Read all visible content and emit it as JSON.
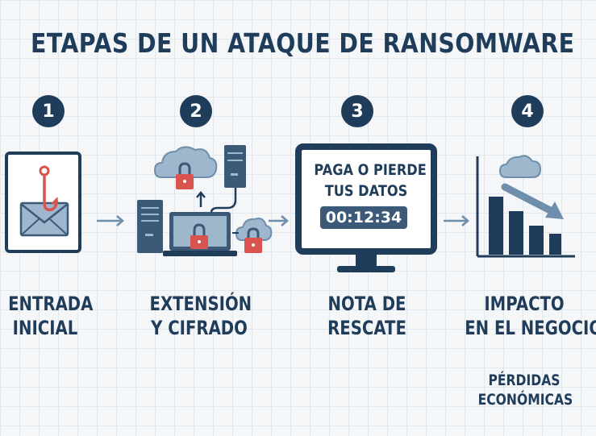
{
  "title": "ETAPAS DE UN ATAQUE DE RANSOMWARE",
  "steps": [
    {
      "number": "1",
      "label_line1": "ENTRADA",
      "label_line2": "INICIAL"
    },
    {
      "number": "2",
      "label_line1": "EXTENSIÓN",
      "label_line2": "Y CIFRADO"
    },
    {
      "number": "3",
      "label_line1": "NOTA DE",
      "label_line2": "RESCATE"
    },
    {
      "number": "4",
      "label_line1": "IMPACTO",
      "label_line2": "EN EL NEGOCIO"
    }
  ],
  "ransom_note": {
    "line1": "PAGA O PIERDE",
    "line2": "TUS DATOS",
    "timer": "00:12:34"
  },
  "impact_sublabel": {
    "line1": "PÉRDIDAS",
    "line2": "ECONÓMICAS"
  },
  "colors": {
    "navy": "#1f3d5a",
    "slate": "#3c5a77",
    "accent_red": "#d9534f",
    "light_blue": "#9fb7cc",
    "arrow": "#6e8eab"
  }
}
